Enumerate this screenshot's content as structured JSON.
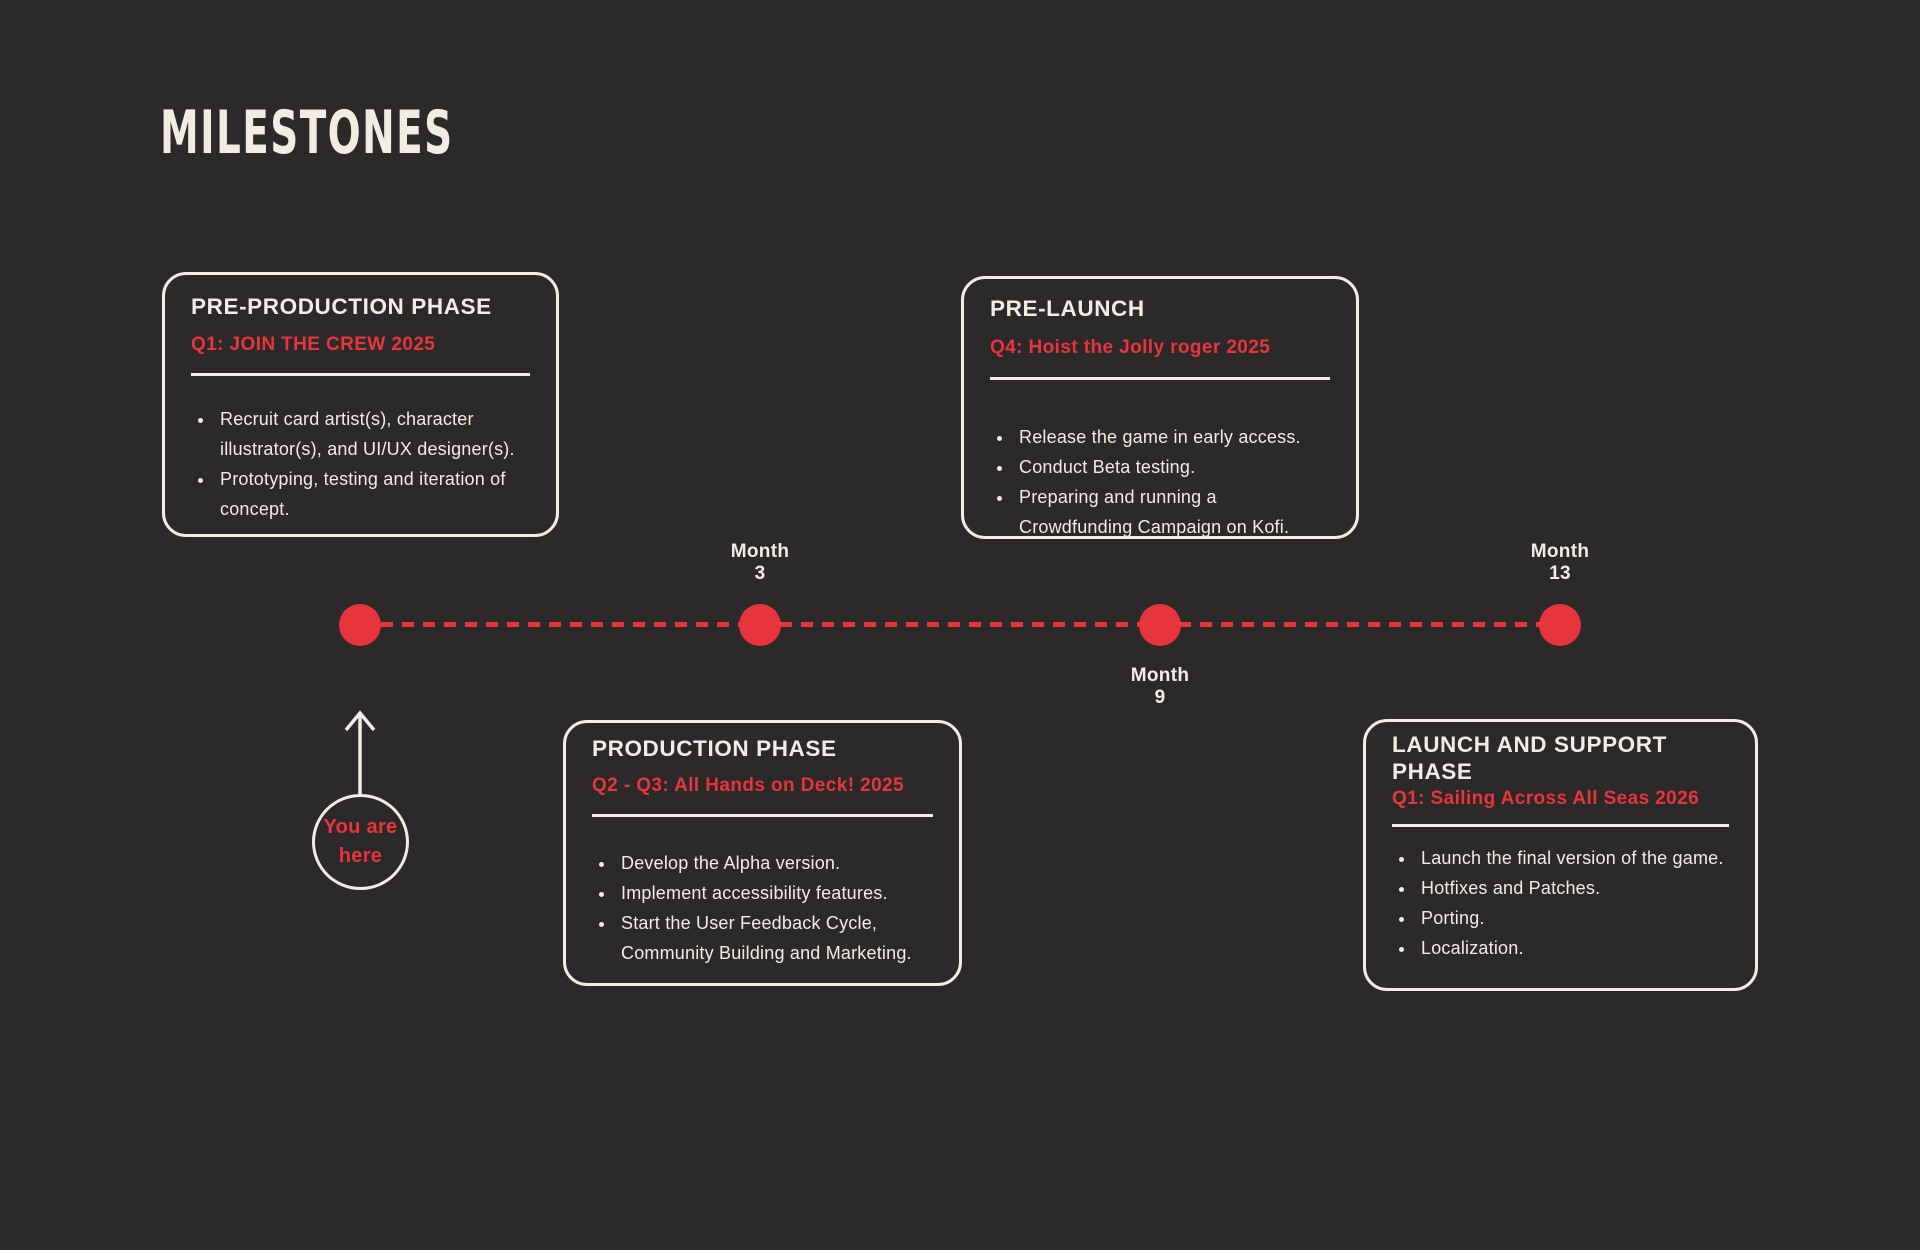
{
  "theme": {
    "bg": "#2b2929",
    "fg": "#f2ece3",
    "accent": "#e8343c"
  },
  "page": {
    "title": "MILESTONES"
  },
  "cards": [
    {
      "id": "pre-production",
      "title": "PRE-PRODUCTION PHASE",
      "subtitle": "Q1: JOIN THE CREW 2025",
      "bullets": [
        "Recruit card artist(s), character illustrator(s), and UI/UX designer(s).",
        "Prototyping, testing and iteration of concept."
      ]
    },
    {
      "id": "pre-launch",
      "title": "PRE-LAUNCH",
      "subtitle": "Q4: Hoist the Jolly roger 2025",
      "bullets": [
        "Release the game in early access.",
        "Conduct Beta testing.",
        "Preparing and running a Crowdfunding Campaign on Kofi."
      ]
    },
    {
      "id": "production",
      "title": "PRODUCTION PHASE",
      "subtitle": "Q2 - Q3: All Hands on Deck! 2025",
      "bullets": [
        "Develop the Alpha version.",
        "Implement accessibility features.",
        "Start the User Feedback Cycle, Community Building and Marketing."
      ]
    },
    {
      "id": "launch-support",
      "title": "LAUNCH AND SUPPORT PHASE",
      "subtitle": "Q1: Sailing Across All Seas 2026",
      "bullets": [
        "Launch the final version of the game.",
        "Hotfixes and Patches.",
        "Porting.",
        "Localization."
      ]
    }
  ],
  "timeline": {
    "labels": [
      {
        "line1": "Month",
        "line2": "3",
        "position": "above"
      },
      {
        "line1": "Month",
        "line2": "9",
        "position": "below"
      },
      {
        "line1": "Month",
        "line2": "13",
        "position": "above"
      }
    ]
  },
  "marker": {
    "line1": "You are",
    "line2": "here"
  }
}
